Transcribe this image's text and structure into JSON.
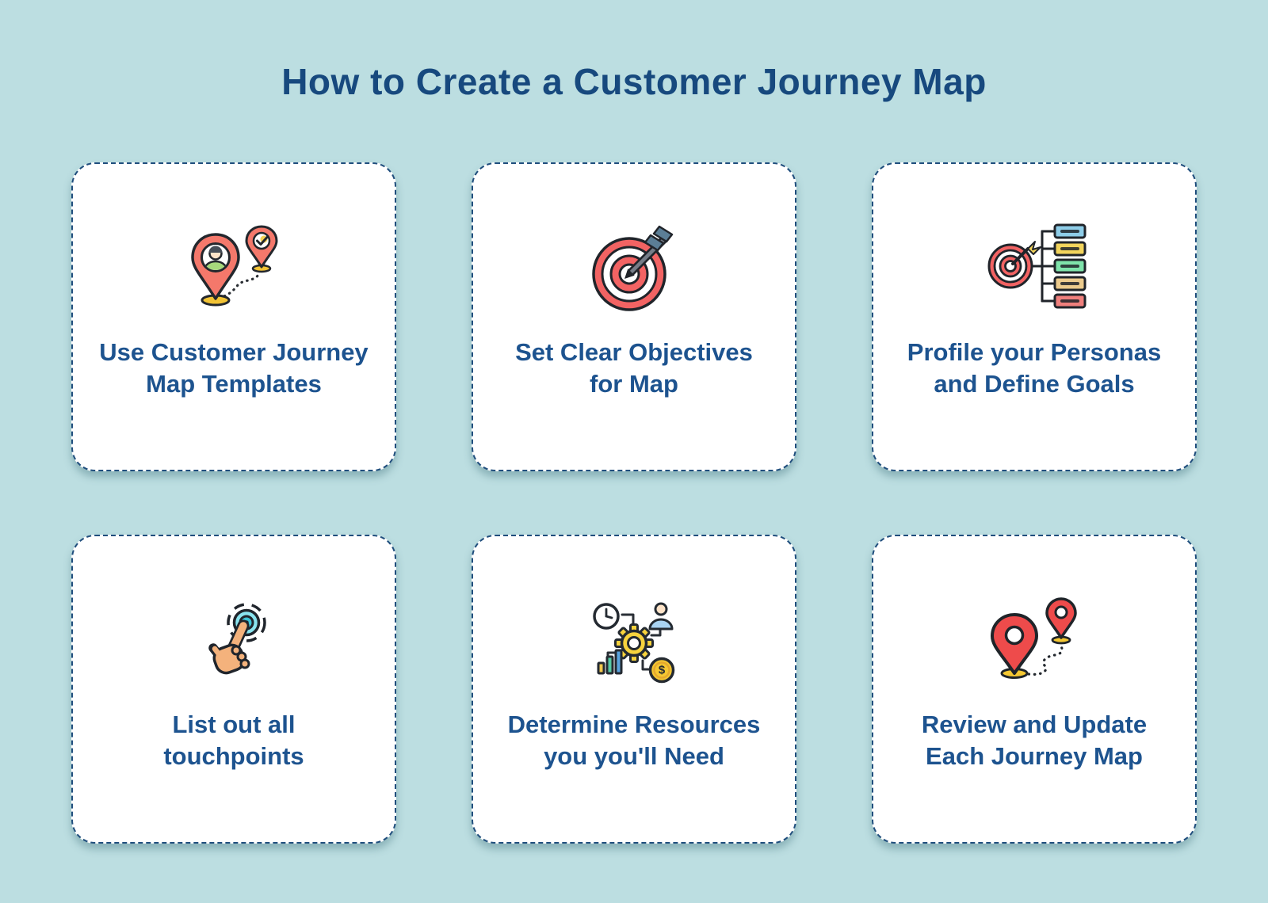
{
  "title": "How to Create a Customer Journey Map",
  "palette": {
    "background": "#bcdee1",
    "card_background": "#ffffff",
    "card_border": "#204e7d",
    "title_color": "#17497e",
    "label_color": "#1d538f",
    "pin_salmon": "#f4786b",
    "pin_red": "#ee4b4b",
    "target_red": "#f26363",
    "gold": "#f2c335",
    "coin_yellow": "#f5c832",
    "gear_yellow": "#f7d33d",
    "touch_cyan": "#8ae4ef",
    "touch_teal": "#3cc3d6",
    "hand_skin": "#f4b27c",
    "shirt_green": "#a7d97c",
    "person_blue": "#a9d3f2",
    "bar_yellow": "#f2c94c",
    "bar_green": "#57c9a5",
    "bar_blue": "#5aa4e0",
    "tag_blue": "#8ecde8",
    "tag_yellow": "#f2d45c",
    "tag_green": "#7fe3ab",
    "tag_tan": "#eccb8d",
    "tag_red": "#f0807d",
    "fletching_blue": "#5b7e96",
    "outline_dark": "#23272d"
  },
  "cards": [
    {
      "id": "use-templates",
      "icon": "journey-template-pins-icon",
      "label_line1": "Use Customer Journey",
      "label_line2": "Map Templates"
    },
    {
      "id": "set-objectives",
      "icon": "target-arrow-icon",
      "label_line1": "Set Clear Objectives",
      "label_line2": "for Map"
    },
    {
      "id": "profile-personas",
      "icon": "persona-goals-icon",
      "label_line1": "Profile your Personas",
      "label_line2": "and Define Goals"
    },
    {
      "id": "list-touchpoints",
      "icon": "hand-tap-icon",
      "label_line1": "List out all",
      "label_line2": "touchpoints"
    },
    {
      "id": "determine-resources",
      "icon": "resources-icon",
      "label_line1": "Determine Resources",
      "label_line2": "you you'll Need"
    },
    {
      "id": "review-update",
      "icon": "route-pins-icon",
      "label_line1": "Review and Update",
      "label_line2": "Each Journey Map"
    }
  ]
}
